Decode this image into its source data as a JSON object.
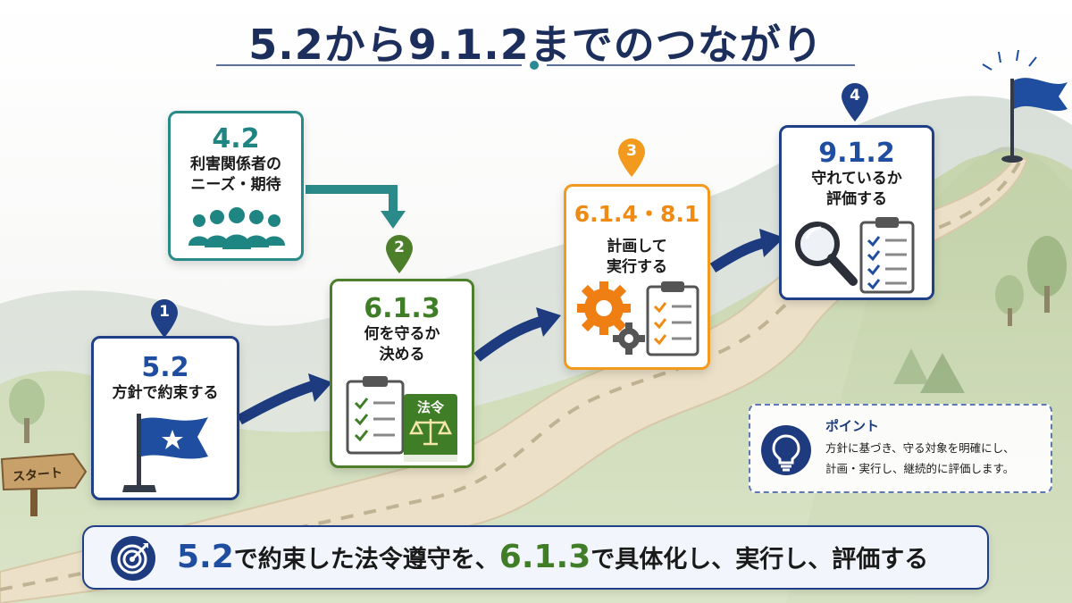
{
  "title": "5.2から9.1.2までのつながり",
  "start_label": "スタート",
  "steps": [
    {
      "badge": "1",
      "number": "5.2",
      "text": "方針で約束する",
      "icon": "flag-icon",
      "color": "#1f3f86"
    },
    {
      "badge": "2",
      "number": "6.1.3",
      "text_line1": "何を守るか",
      "text_line2": "決める",
      "icon": "checklist-and-law-book-icon",
      "book_label": "法令",
      "color": "#4d7f2b"
    },
    {
      "badge": "3",
      "number": "6.1.4・8.1",
      "text_line1": "計画して",
      "text_line2": "実行する",
      "icon": "gears-and-checklist-icon",
      "color": "#f29a1d"
    },
    {
      "badge": "4",
      "number": "9.1.2",
      "text_line1": "守れているか",
      "text_line2": "評価する",
      "icon": "magnifier-and-checklist-icon",
      "color": "#1f3f86"
    }
  ],
  "input": {
    "number": "4.2",
    "text_line1": "利害関係者の",
    "text_line2": "ニーズ・期待",
    "icon": "people-group-icon",
    "color": "#2a8a8a"
  },
  "point": {
    "title": "ポイント",
    "line1": "方針に基づき、守る対象を明確にし、",
    "line2": "計画・実行し、継続的に評価します。",
    "icon": "lightbulb-icon"
  },
  "banner": {
    "icon": "target-icon",
    "num1": "5.2",
    "text1": "で約束した法令遵守を、",
    "num2": "6.1.3",
    "text2": "で具体化し、実行し、評価する"
  }
}
